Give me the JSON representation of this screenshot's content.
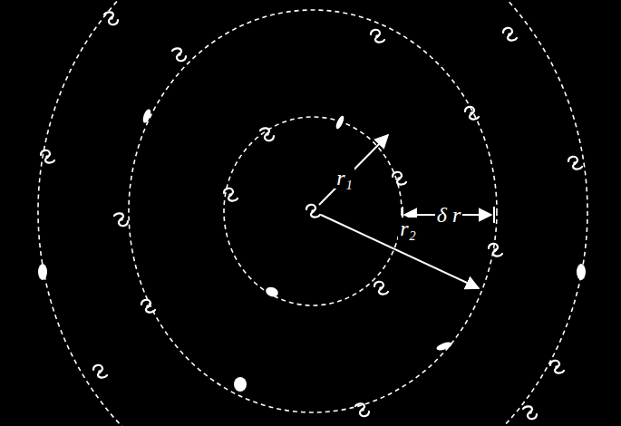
{
  "diagram": {
    "labels": [
      "r₁",
      "r₂",
      "δ r"
    ]
  }
}
